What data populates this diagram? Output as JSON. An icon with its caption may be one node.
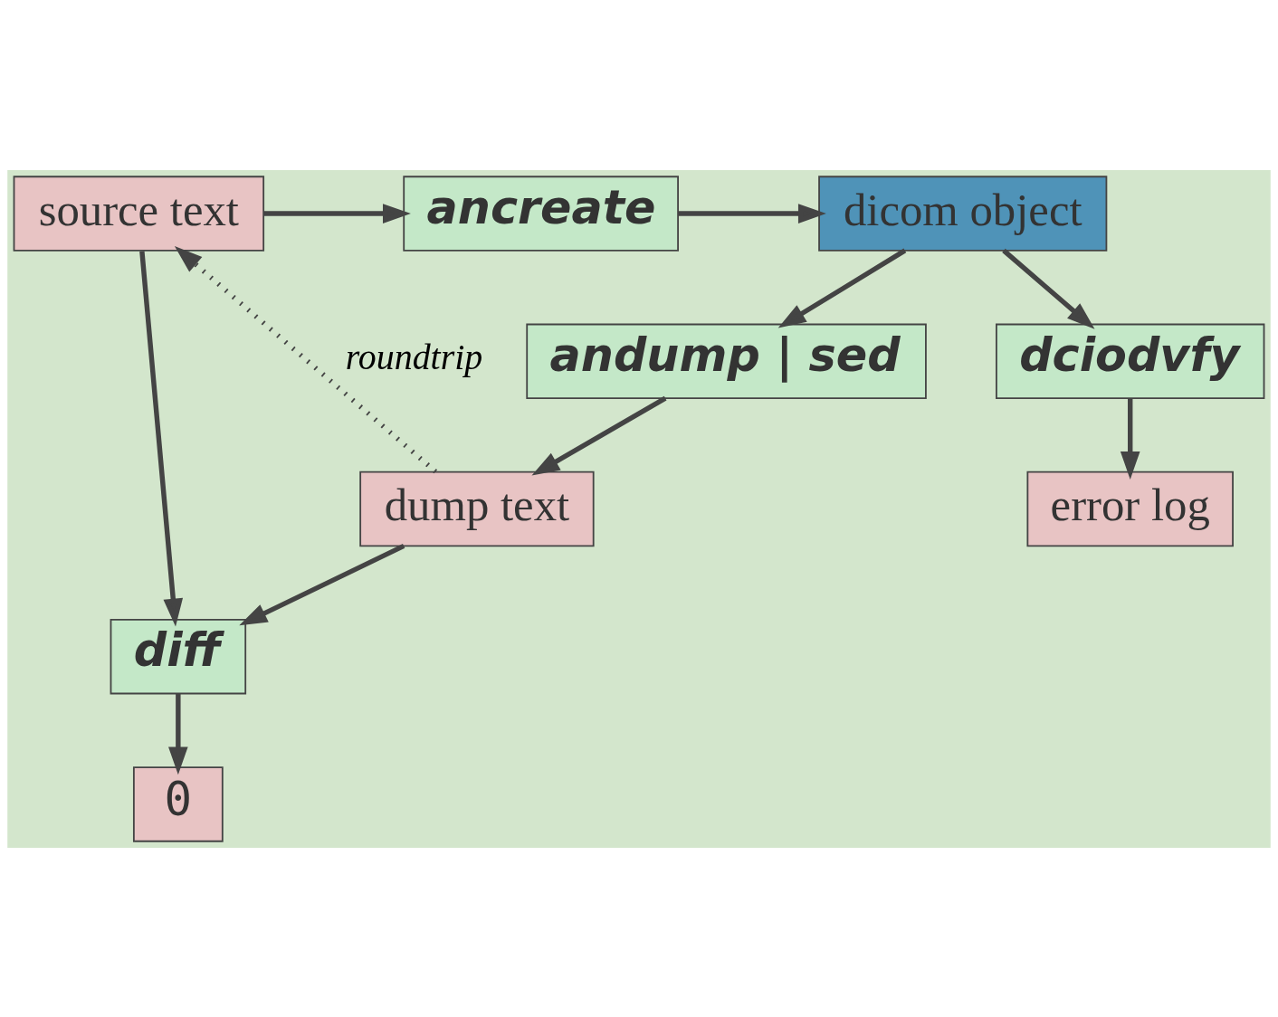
{
  "diagram": {
    "nodes": [
      {
        "text": [
          "source text"
        ]
      },
      {
        "text": [
          "ancreate"
        ]
      },
      {
        "text": [
          "dicom object"
        ]
      },
      {
        "text": [
          "andump | sed"
        ]
      },
      {
        "text": [
          "dciodvfy"
        ]
      },
      {
        "text": [
          "dump text"
        ]
      },
      {
        "text": [
          "error log"
        ]
      },
      {
        "text": [
          "diff"
        ]
      },
      {
        "text": [
          "0"
        ]
      }
    ],
    "edges": [
      {
        "from": 0,
        "to": 1,
        "arrow": "to"
      },
      {
        "from": 1,
        "to": 2,
        "arrow": "to"
      },
      {
        "from": 2,
        "to": 3,
        "arrow": "to"
      },
      {
        "from": 2,
        "to": 4,
        "arrow": "to"
      },
      {
        "from": 3,
        "to": 5,
        "arrow": "to"
      },
      {
        "from": 4,
        "to": 6,
        "arrow": "to"
      },
      {
        "from": 5,
        "to": 0,
        "arrow": "to",
        "style": "dashed",
        "label": "roundtrip"
      },
      {
        "from": 0,
        "to": 7,
        "arrow": "to"
      },
      {
        "from": 5,
        "to": 7,
        "arrow": "to"
      },
      {
        "from": 7,
        "to": 8,
        "arrow": "to"
      }
    ]
  }
}
